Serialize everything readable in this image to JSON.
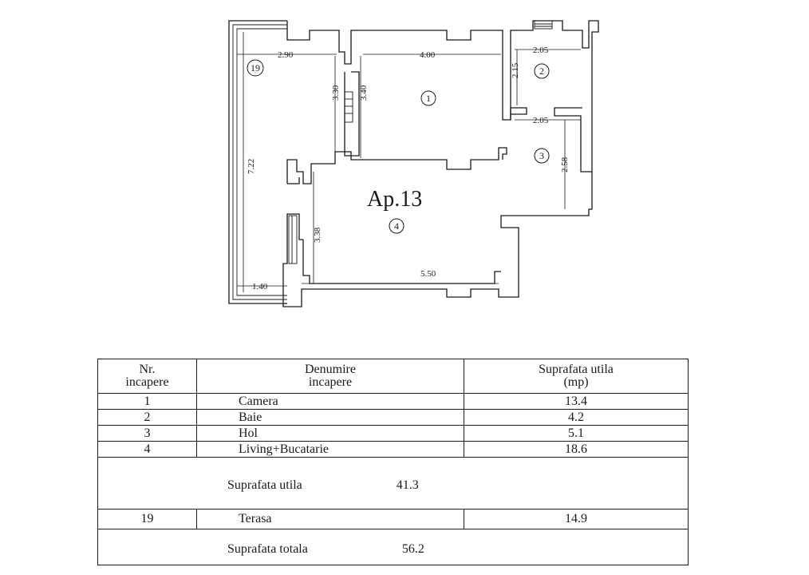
{
  "plan": {
    "apartment_label": "Ap.13",
    "room_markers": [
      "1",
      "2",
      "3",
      "4",
      "19"
    ],
    "dimensions": {
      "top_left_width": "2.90",
      "room1_width": "4.00",
      "bath_width": "2.05",
      "bath_height": "2.15",
      "hall_width": "2.05",
      "hall_height": "2.58",
      "wall_3_30": "3.30",
      "wall_3_40": "3.40",
      "terrace_height": "7.22",
      "living_height": "3.38",
      "living_width": "5.50",
      "bottom_left_width": "1.40"
    }
  },
  "table": {
    "headers": {
      "nr_line1": "Nr.",
      "nr_line2": "incapere",
      "name_line1": "Denumire",
      "name_line2": "incapere",
      "area_line1": "Suprafata utila",
      "area_line2": "(mp)"
    },
    "rows": [
      {
        "nr": "1",
        "name": "Camera",
        "area": "13.4"
      },
      {
        "nr": "2",
        "name": "Baie",
        "area": "4.2"
      },
      {
        "nr": "3",
        "name": "Hol",
        "area": "5.1"
      },
      {
        "nr": "4",
        "name": "Living+Bucatarie",
        "area": "18.6"
      }
    ],
    "useful_area": {
      "label": "Suprafata utila",
      "value": "41.3"
    },
    "terrace": {
      "nr": "19",
      "name": "Terasa",
      "area": "14.9"
    },
    "total_area": {
      "label": "Suprafata totala",
      "value": "56.2"
    }
  }
}
